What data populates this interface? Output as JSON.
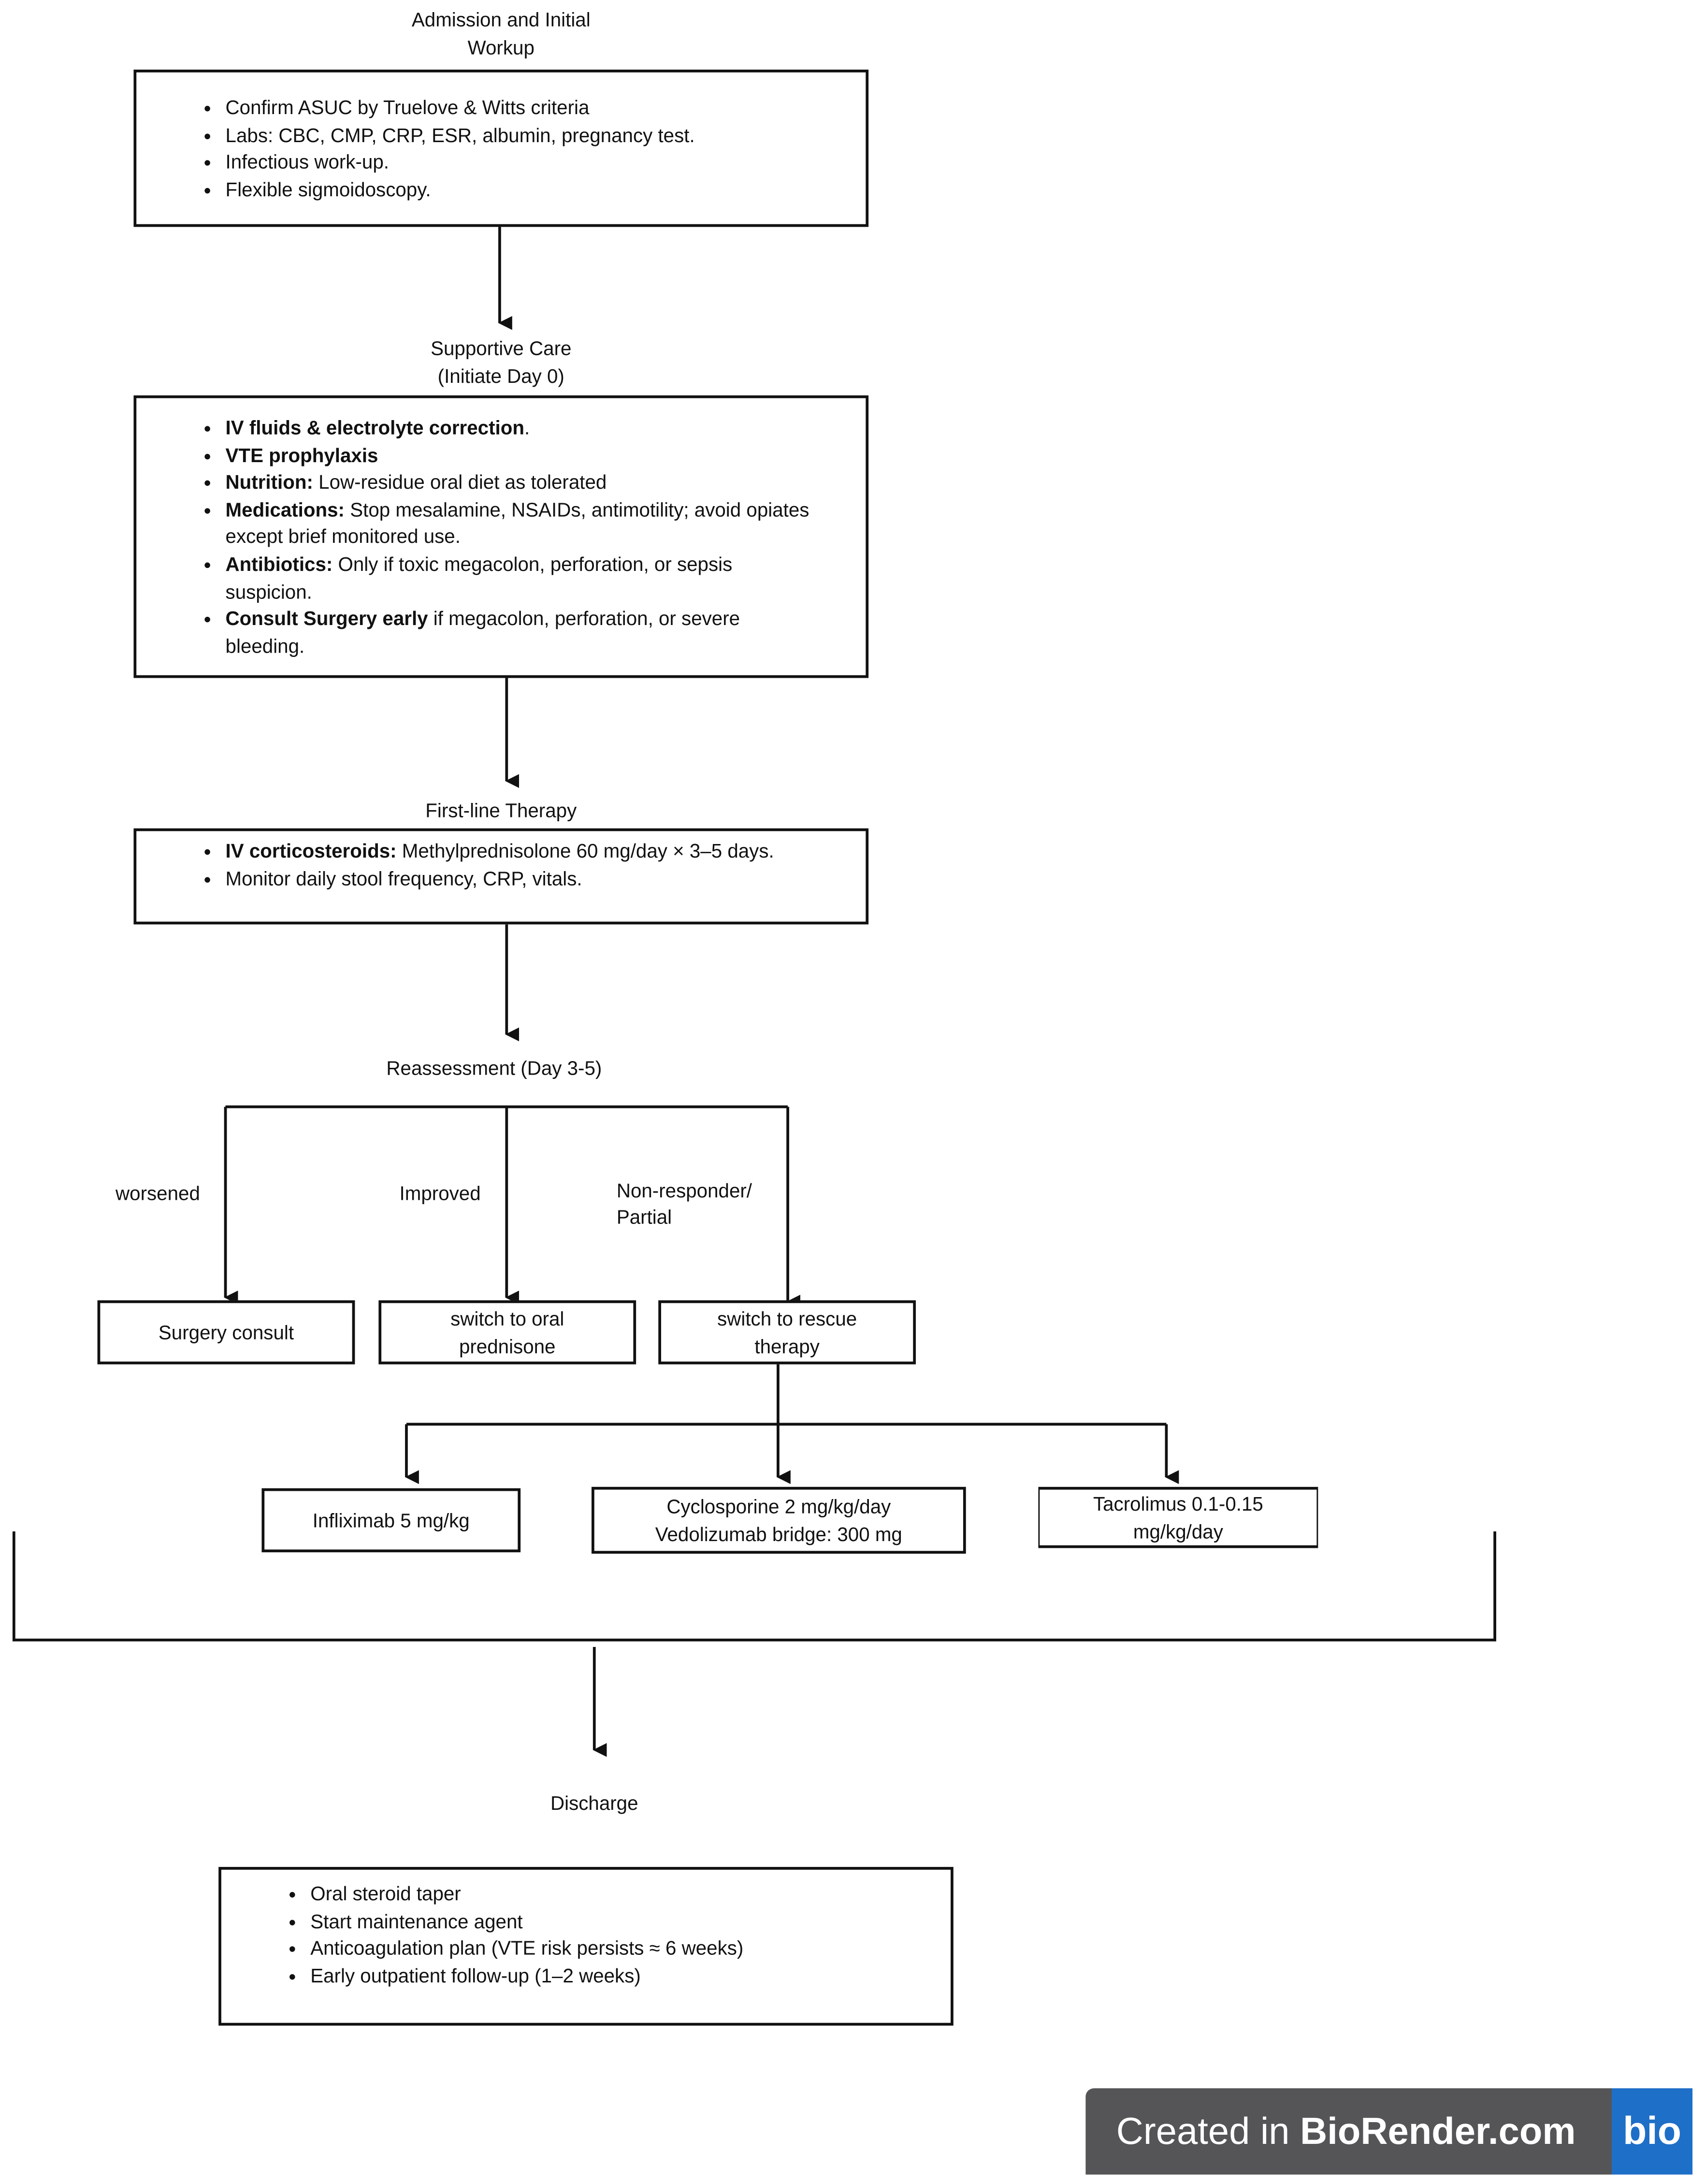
{
  "admission": {
    "title_line1": "Admission and Initial",
    "title_line2": "Workup",
    "items": [
      "Confirm ASUC by Truelove & Witts criteria",
      "Labs: CBC, CMP, CRP, ESR, albumin, pregnancy test.",
      "Infectious work-up.",
      "Flexible sigmoidoscopy."
    ]
  },
  "supportive": {
    "title_line1": "Supportive Care",
    "title_line2": "(Initiate Day 0)",
    "items": [
      {
        "bold": "IV fluids & electrolyte correction",
        "text": "."
      },
      {
        "bold": "VTE prophylaxis",
        "text": ""
      },
      {
        "bold": "Nutrition:",
        "text": " Low-residue oral diet as tolerated"
      },
      {
        "bold": "Medications:",
        "text": " Stop mesalamine, NSAIDs, antimotility; avoid opiates except brief monitored use."
      },
      {
        "bold": "Antibiotics:",
        "text": " Only if toxic megacolon, perforation, or sepsis suspicion."
      },
      {
        "bold": "Consult Surgery early",
        "text": " if megacolon, perforation, or severe bleeding."
      }
    ]
  },
  "first_line": {
    "title": "First-line Therapy",
    "items": [
      {
        "bold": "IV corticosteroids:",
        "text": " Methylprednisolone 60 mg/day × 3–5 days."
      },
      {
        "bold": "",
        "text": "Monitor daily stool frequency, CRP, vitals."
      }
    ]
  },
  "reassessment": {
    "title": "Reassessment (Day 3-5)",
    "branches": {
      "worsened": "worsened",
      "improved": "Improved",
      "nonresponder_line1": "Non-responder/",
      "nonresponder_line2": "Partial"
    },
    "outcomes": {
      "surgery": "Surgery consult",
      "oral_line1": "switch to oral",
      "oral_line2": "prednisone",
      "rescue_line1": "switch to rescue",
      "rescue_line2": "therapy"
    }
  },
  "rescue": {
    "infliximab": "Infliximab 5 mg/kg",
    "cyclosporine_line1": "Cyclosporine 2 mg/kg/day",
    "cyclosporine_line2": "Vedolizumab bridge: 300 mg",
    "tacrolimus_line1": "Tacrolimus 0.1-0.15",
    "tacrolimus_line2": "mg/kg/day"
  },
  "discharge": {
    "title": "Discharge",
    "items": [
      "Oral steroid taper",
      "Start maintenance agent",
      "Anticoagulation plan (VTE risk persists ≈ 6 weeks)",
      "Early outpatient follow-up (1–2 weeks)"
    ]
  },
  "watermark": {
    "prefix": "Created in ",
    "brand": "BioRender.com",
    "logo": "bio"
  },
  "colors": {
    "line": "#111111",
    "badge_bg": "#555557",
    "badge_logo": "#1e6fc7"
  }
}
